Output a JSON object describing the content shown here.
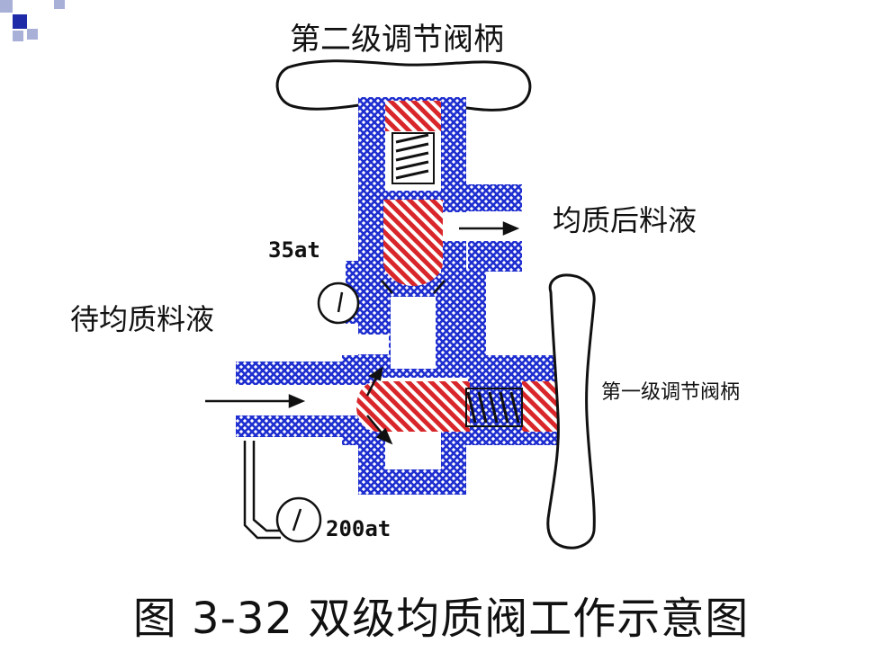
{
  "labels": {
    "second_stage_handle": "第二级调节阀柄",
    "after_homogenization": "均质后料液",
    "pressure_low": "35at",
    "before_homogenization": "待均质料液",
    "first_stage_handle": "第一级调节阀柄",
    "pressure_high": "200at"
  },
  "caption": "图 3-32 双级均质阀工作示意图",
  "colors": {
    "body": "#1f2fd0",
    "valve": "#d8262a",
    "line": "#111111",
    "corner_dark": "#1e2aa8",
    "corner_light": "#a9b0d8"
  }
}
